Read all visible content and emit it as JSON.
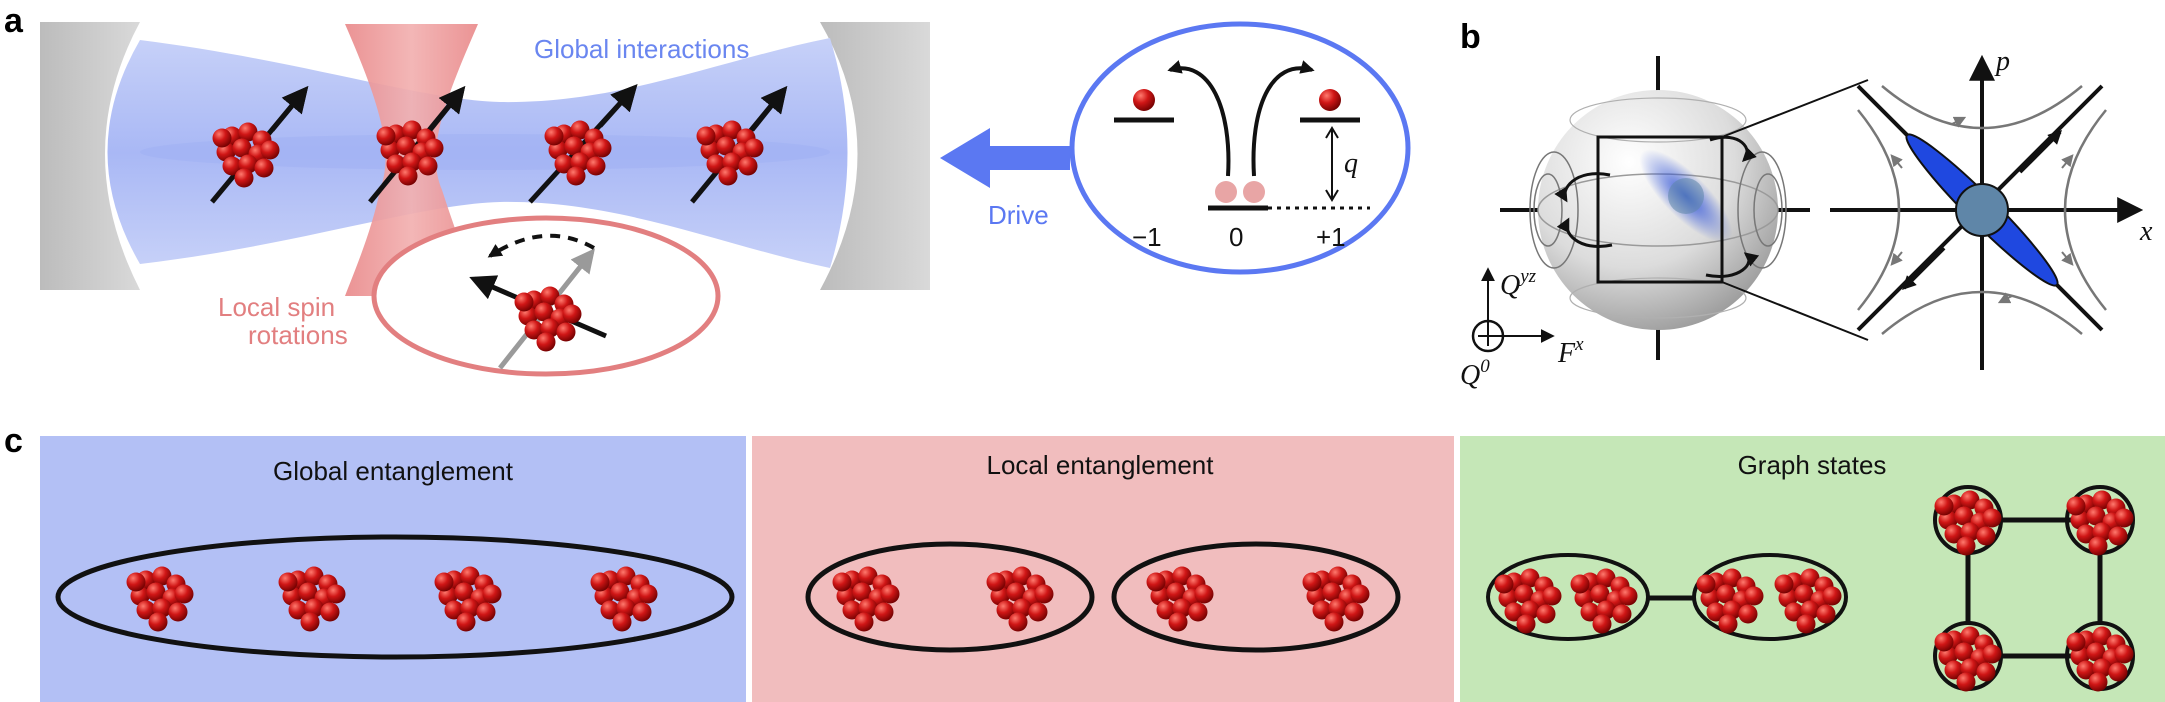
{
  "panel_a": {
    "label": "a",
    "global_interactions": "Global interactions",
    "local_rotations_line1": "Local spin",
    "local_rotations_line2": "rotations",
    "drive": "Drive",
    "level_minus": "−1",
    "level_zero": "0",
    "level_plus": "+1",
    "q_symbol": "q"
  },
  "panel_b": {
    "label": "b",
    "p_axis": "p",
    "x_axis": "x",
    "qyz": "Q",
    "qyz_sup": "yz",
    "fx": "F",
    "fx_sup": "x",
    "q0": "Q",
    "q0_sup": "0"
  },
  "panel_c": {
    "label": "c",
    "global_title": "Global entanglement",
    "local_title": "Local entanglement",
    "graph_title": "Graph states"
  },
  "colors": {
    "blue_panel": "#b3c0f5",
    "red_panel": "#f1bdbe",
    "green_panel": "#c5e7b7",
    "atom_red": "#c40c0c",
    "drive_blue": "#5b78f2",
    "rotation_red": "#e27f80",
    "squeezed_blue": "#1f48e0"
  }
}
